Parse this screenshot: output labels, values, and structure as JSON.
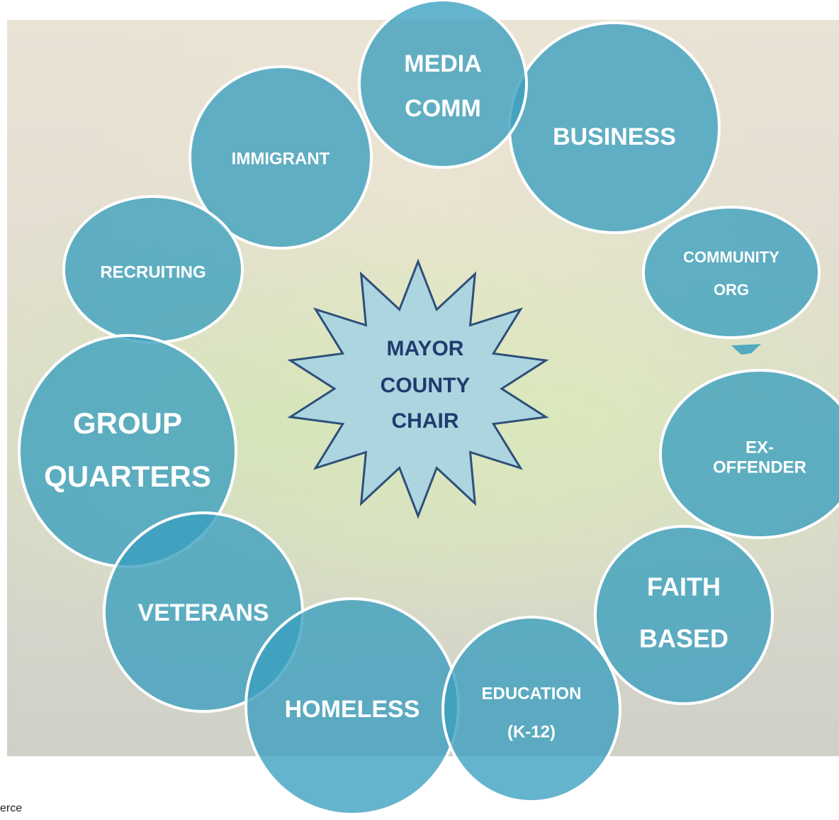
{
  "center": {
    "lines": [
      "MAYOR",
      "COUNTY",
      "CHAIR"
    ]
  },
  "circles": [
    {
      "id": "media-comm",
      "lines": [
        "MEDIA",
        "COMM"
      ]
    },
    {
      "id": "business",
      "lines": [
        "BUSINESS"
      ]
    },
    {
      "id": "community-org",
      "lines": [
        "COMMUNITY",
        "ORG"
      ]
    },
    {
      "id": "ex-offender",
      "lines": [
        "EX-",
        "OFFENDER"
      ]
    },
    {
      "id": "faith-based",
      "lines": [
        "FAITH",
        "BASED"
      ]
    },
    {
      "id": "education",
      "lines": [
        "EDUCATION",
        "(K-12)"
      ]
    },
    {
      "id": "homeless",
      "lines": [
        "HOMELESS"
      ]
    },
    {
      "id": "veterans",
      "lines": [
        "VETERANS"
      ]
    },
    {
      "id": "group-quarters",
      "lines": [
        "GROUP",
        "QUARTERS"
      ]
    },
    {
      "id": "recruiting",
      "lines": [
        "RECRUITING"
      ]
    },
    {
      "id": "immigrant",
      "lines": [
        "IMMIGRANT"
      ]
    }
  ],
  "footer": {
    "text": "erce"
  },
  "colors": {
    "circle_fill": "#3a9fbf",
    "circle_stroke": "#ffffff",
    "star_fill": "#a8d4e2",
    "star_stroke": "#2e4f7a",
    "center_text": "#1f3b6e",
    "arrow": "#3a9fbf"
  }
}
